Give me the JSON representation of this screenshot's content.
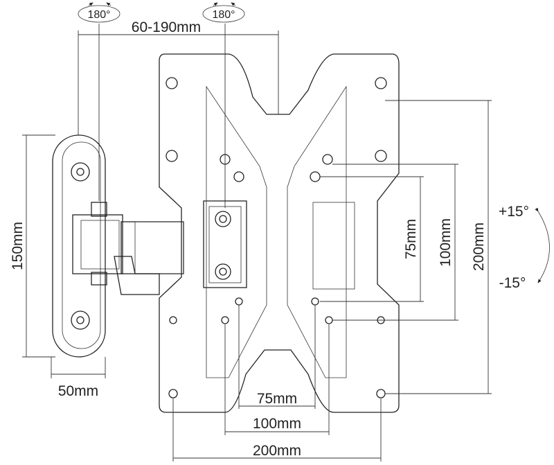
{
  "diagram": {
    "rotation_labels": [
      "180°",
      "180°"
    ],
    "arm_extension": "60-190mm",
    "wall_plate_height": "150mm",
    "wall_plate_width": "50mm",
    "vesa_h_small": "75mm",
    "vesa_h_mid": "100mm",
    "vesa_h_large": "200mm",
    "vesa_v_small": "75mm",
    "vesa_v_mid": "100mm",
    "vesa_v_large": "200mm",
    "tilt_up": "+15°",
    "tilt_down": "-15°"
  }
}
